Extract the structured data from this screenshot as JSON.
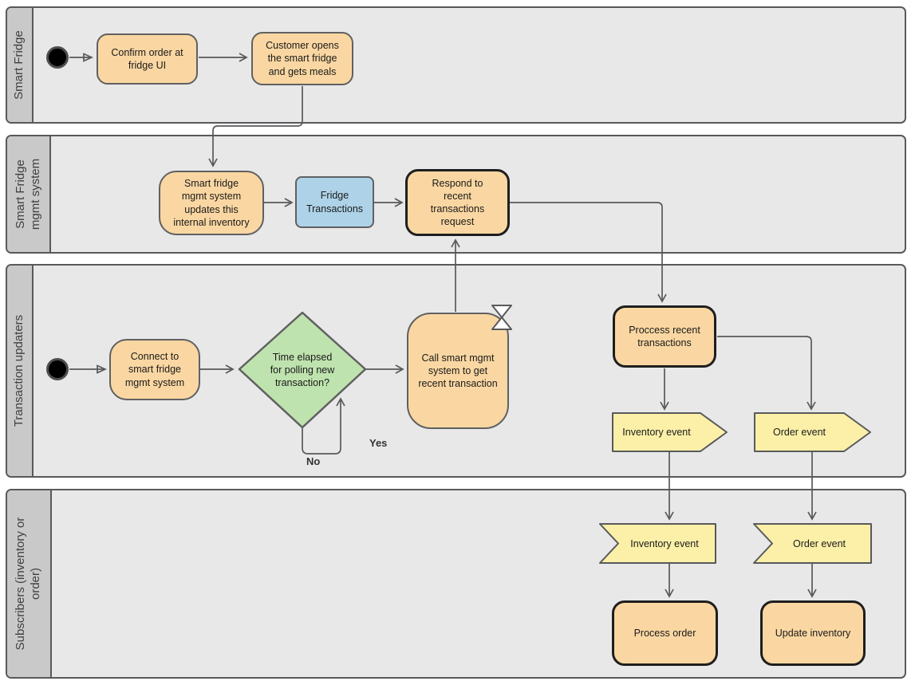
{
  "lanes": [
    {
      "label": "Smart Fridge"
    },
    {
      "label": "Smart Fridge\nmgmt system"
    },
    {
      "label": "Transaction updaters"
    },
    {
      "label": "Subscribers (inventory or\norder)"
    }
  ],
  "nodes": {
    "confirm_order": "Confirm order at\nfridge UI",
    "customer_opens": "Customer opens\nthe smart fridge\nand gets meals",
    "updates_inventory": "Smart fridge\nmgmt system\nupdates this\ninternal inventory",
    "fridge_transactions": "Fridge\nTransactions",
    "respond_recent": "Respond to\nrecent\ntransactions\nrequest",
    "connect_to": "Connect to\nsmart fridge\nmgmt system",
    "time_elapsed": "Time elapsed\nfor polling new\ntransaction?",
    "call_mgmt": "Call smart mgmt\nsystem to get\nrecent transaction",
    "process_recent": "Proccess recent\ntransactions",
    "inventory_event_send": "Inventory  event",
    "order_event_send": "Order event",
    "inventory_event_receive": "Inventory event",
    "order_event_receive": "Order event",
    "process_order": "Process order",
    "update_inventory": "Update inventory"
  },
  "edge_labels": {
    "yes": "Yes",
    "no": "No"
  },
  "colors": {
    "task_fill": "#fad7a2",
    "datastore_fill": "#aed3e9",
    "decision_fill": "#bfe3ae",
    "event_fill": "#fcf0a8",
    "lane_body": "#e8e8e8",
    "lane_header": "#c9c9c9",
    "shape_border": "#606062",
    "emphasis_border": "#1e1e1e",
    "connector": "#58595b"
  }
}
